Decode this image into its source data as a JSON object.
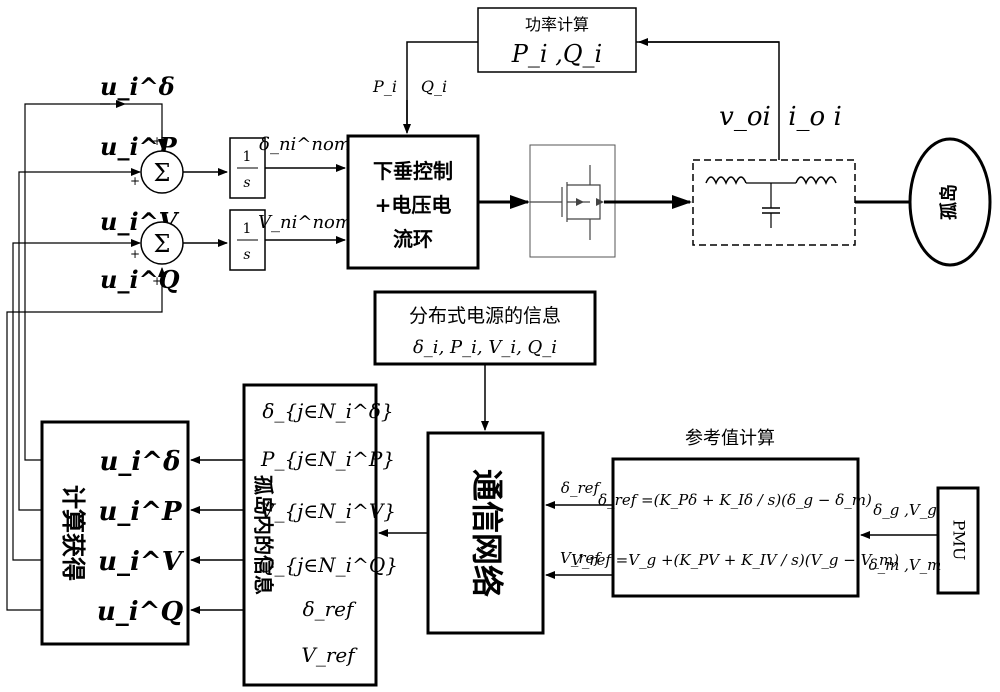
{
  "power_calc": {
    "title": "功率计算",
    "output": "P_i ,Q_i"
  },
  "pq_labels": {
    "p": "P_i",
    "q": "Q_i"
  },
  "feedback_labels": {
    "v": "v_oi",
    "i": "i_o i"
  },
  "inputs": {
    "u_delta": "u_i^δ",
    "u_p": "u_i^P",
    "u_v": "u_i^V",
    "u_q": "u_i^Q"
  },
  "integrator": {
    "num": "1",
    "den": "s"
  },
  "droop_outputs": {
    "delta_nom": "δ_ni^nom",
    "v_nom": "V_ni^nom"
  },
  "droop_block": {
    "line1": "下垂控制",
    "line2": "+电压电",
    "line3": "流环"
  },
  "island": {
    "label": "孤岛"
  },
  "dg_info": {
    "title": "分布式电源的信息",
    "vars": "δ_i, P_i, V_i, Q_i"
  },
  "comm_network": {
    "label": "通信网络"
  },
  "ref_calc": {
    "title": "参考值计算",
    "delta_eq": "δ_ref =(K_Pδ + K_Iδ / s)(δ_g − δ_m)",
    "v_eq": "V_ref =V_g +(K_PV + K_IV / s)(V_g − V_m)"
  },
  "ref_signals": {
    "delta_ref": "δ_ref",
    "v_ref": "V_ref"
  },
  "pmu": {
    "label": "PMU",
    "in1": "δ_g ,V_g",
    "in2": "δ_m ,V_m"
  },
  "island_info": {
    "title": "孤岛内的信息",
    "items": [
      "δ_{j∈N_i^δ}",
      "P_{j∈N_i^P}",
      "V_{j∈N_i^V}",
      "Q_{j∈N_i^Q}",
      "δ_ref",
      "V_ref"
    ]
  },
  "compute": {
    "title": "计算获得",
    "items": [
      "u_i^δ",
      "u_i^P",
      "u_i^V",
      "u_i^Q"
    ]
  },
  "sum_symbol": "Σ",
  "signs": [
    "+",
    "+",
    "+",
    "+"
  ]
}
